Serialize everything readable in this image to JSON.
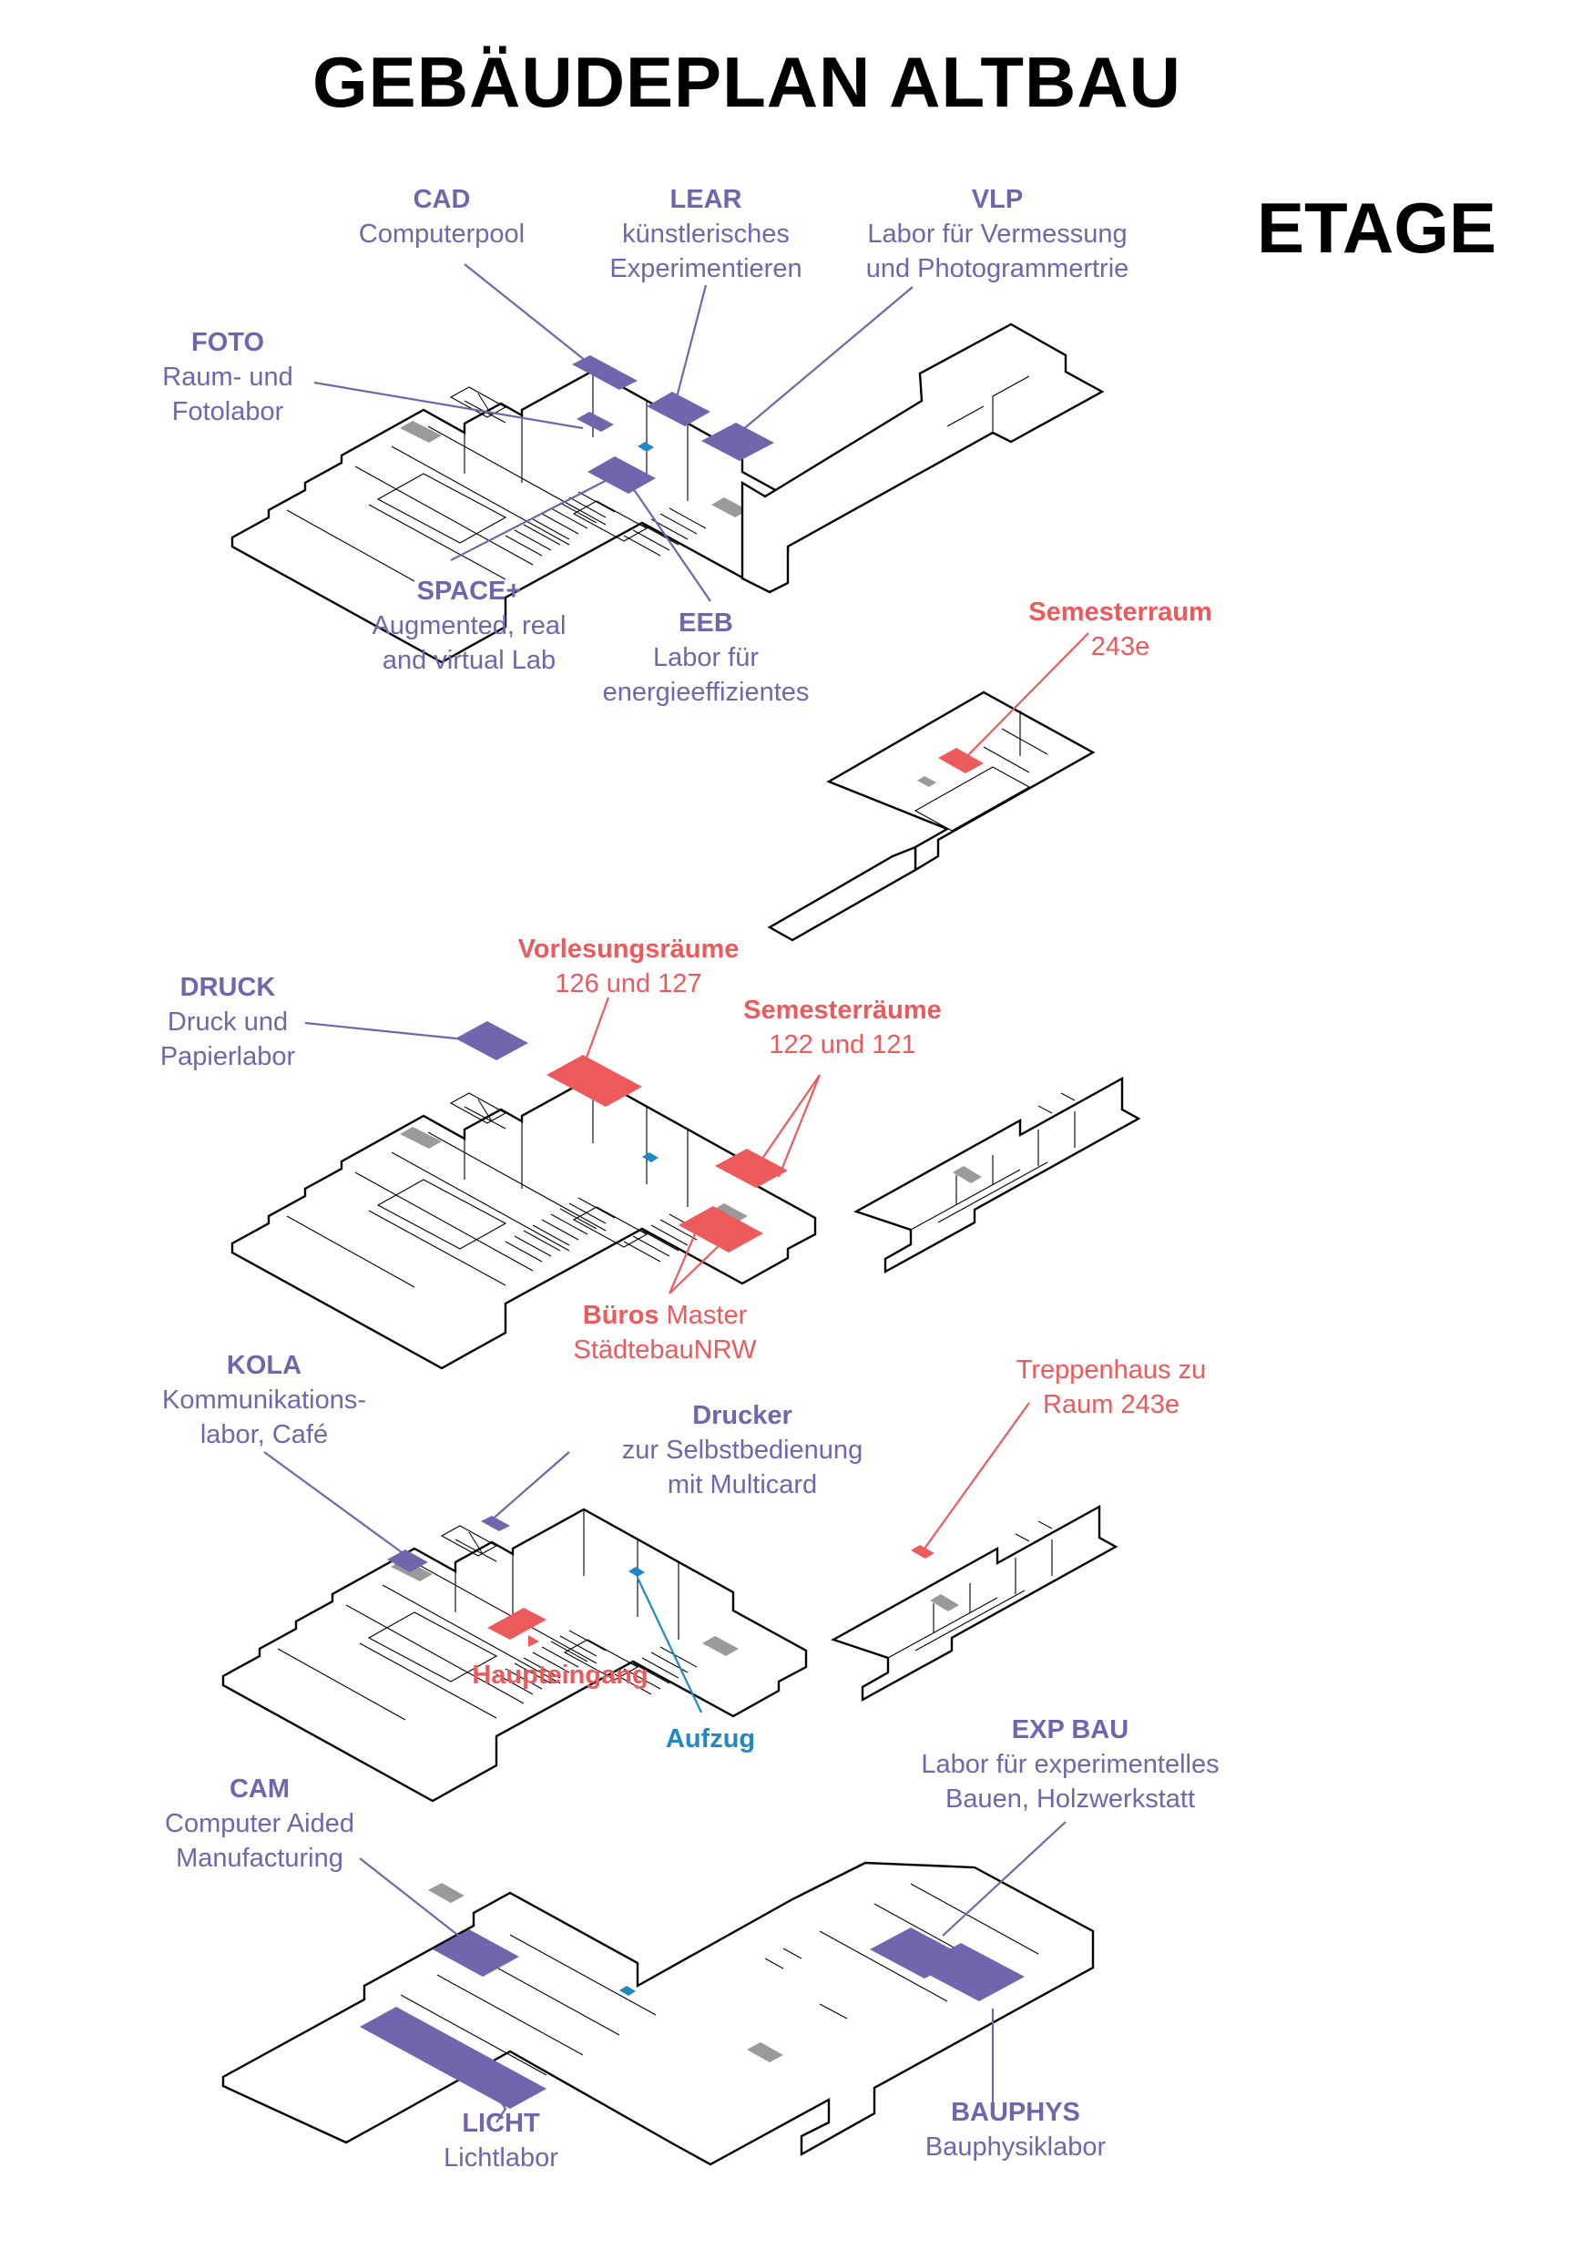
{
  "title": "GEBÄUDEPLAN ALTBAU",
  "etage_label": "ETAGE",
  "floors": [
    "3",
    "2",
    "1",
    "0",
    "-1"
  ],
  "colors": {
    "purple": "#6f66ad",
    "red": "#ec5a5c",
    "blue": "#2188c4",
    "outline": "#000000",
    "stair": "#9a9a9a"
  },
  "labels": {
    "cad": {
      "title": "CAD",
      "lines": [
        "Computerpool"
      ]
    },
    "lear": {
      "title": "LEAR",
      "lines": [
        "künstlerisches",
        "Experimentieren"
      ]
    },
    "vlp": {
      "title": "VLP",
      "lines": [
        "Labor für Vermessung",
        "und Photogrammertrie"
      ]
    },
    "foto": {
      "title": "FOTO",
      "lines": [
        "Raum- und",
        "Fotolabor"
      ]
    },
    "space": {
      "title": "SPACE+",
      "lines": [
        "Augmented, real",
        "and virtual Lab"
      ]
    },
    "eeb": {
      "title": "EEB",
      "lines": [
        "Labor für",
        "energieeffizientes"
      ]
    },
    "semesterraum": {
      "title": "Semesterraum",
      "lines": [
        "243e"
      ]
    },
    "druck": {
      "title": "DRUCK",
      "lines": [
        "Druck und",
        "Papierlabor"
      ]
    },
    "vorlesung": {
      "title": "Vorlesungsräume",
      "lines": [
        "126 und 127"
      ]
    },
    "semesterraeume": {
      "title": "Semesterräume",
      "lines": [
        "122 und 121"
      ]
    },
    "bueros": {
      "title": "Büros",
      "rest": "Master",
      "lines": [
        "StädtebauNRW"
      ]
    },
    "kola": {
      "title": "KOLA",
      "lines": [
        "Kommunikations-",
        "labor, Café"
      ]
    },
    "drucker": {
      "title": "Drucker",
      "lines": [
        "zur Selbstbedienung",
        "mit Multicard"
      ]
    },
    "treppenhaus": {
      "lines": [
        "Treppenhaus zu",
        "Raum 243e"
      ]
    },
    "haupteingang": {
      "title": "Haupteingang"
    },
    "aufzug": {
      "title": "Aufzug"
    },
    "expbau": {
      "title": "EXP BAU",
      "lines": [
        "Labor für experimentelles",
        "Bauen, Holzwerkstatt"
      ]
    },
    "cam": {
      "title": "CAM",
      "lines": [
        "Computer Aided",
        "Manufacturing"
      ]
    },
    "licht": {
      "title": "LICHT",
      "lines": [
        "Lichtlabor"
      ]
    },
    "bauphys": {
      "title": "BAUPHYS",
      "lines": [
        "Bauphysiklabor"
      ]
    }
  }
}
